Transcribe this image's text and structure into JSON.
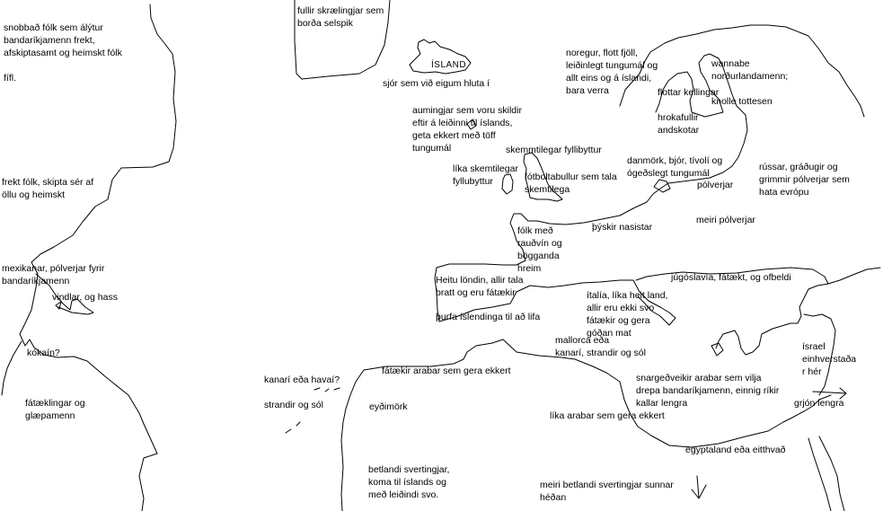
{
  "labels": {
    "usa": "snobbað fólk sem álýtur\nbandaríkjamenn frekt,\nafskiptasamt og heimskt fólk",
    "usa_extra": "fífl.",
    "canada": "frekt fólk, skipta sér af\nöllu og heimskt",
    "mexico": "mexikanar, pólverjar fyrir\nbandaríkjamenn",
    "caribbean": "vindlar, og hass",
    "colombia": "kókaín?",
    "south_america": "fátæklingar og\nglæpamenn",
    "greenland": "fullir skrælingjar sem\nborða selspik",
    "iceland": "ÍSLAND",
    "ocean": "sjór sem við eigum hluta í",
    "norway": "noregur, flott fjöll,\nleiðinlegt tungumál og\nallt eins og á íslandi,\nbara verra",
    "finland": "wannabe\nnorðurlandamenn;",
    "sweden": "flottar kellingar",
    "finland_joke": "knolle tottesen",
    "faroe": "aumingjar sem voru skildir\neftir á leiðinni til íslands,\ngeta ekkert með töff\ntungumál",
    "scotland": "skemmtilegar fyllibyttur",
    "ireland": "líka skemtilegar\nfyllubyttur",
    "england": "fótboltabullur sem tala\nskemtilega",
    "denmark": "danmörk, bjór, tívolí og\nógeðslegt tungumál",
    "baltic": "hrokafullir\nandskotar",
    "russia": "rússar, gráðugir og\ngrimmir pólverjar sem\nhata evrópu",
    "poland": "pólverjar",
    "poland_more": "meiri pólverjar",
    "germany": "þýskir nasistar",
    "france": "fólk með\nrauðvín og\nbögganda\nhreim",
    "spain": "Heitu löndin, allir tala\nbratt og eru fátækir",
    "spain_extra": "þurfa íslendinga til að lifa",
    "italy": "ítalía, líka heit land,\nallir eru ekki svo\nfátækir og gera\ngóðan mat",
    "mallorca": "mallorca eða\nkanarí, strandir og sól",
    "yugoslavia": "júgóslavía, fátækt, og ofbeldi",
    "israel": "ísrael\neinhverstaða\nr hér",
    "canary": "kanarí eða havaí?",
    "beaches": "strandir og sól",
    "morocco": "fátækir arabar sem gera ekkert",
    "desert": "eyðimörk",
    "libya": "snargeðveikir arabar sem vilja\ndrepa bandaríkjamenn, einnig ríkir\nkallar lengra",
    "arabs2": "líka arabar sem gera ekkert",
    "egypt": "egyptaland eða eitthvað",
    "rice": "grjón lengra",
    "africa": "betlandi svertingjar,\nkoma til íslands og\nmeð leiðindi svo.",
    "africa_south": "meiri betlandi svertingjar sunnar\nhéðan"
  }
}
